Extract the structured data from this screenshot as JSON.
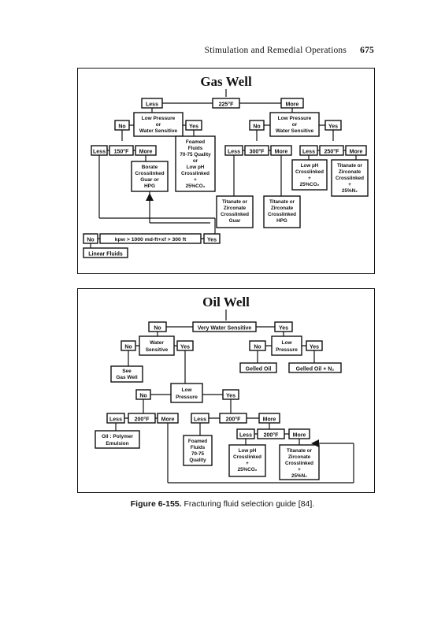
{
  "header": {
    "running_title": "Stimulation and Remedial Operations",
    "page_number": "675"
  },
  "gas_well": {
    "title": "Gas Well",
    "less": "Less",
    "temp_split": "225°F",
    "more": "More",
    "no": "No",
    "yes": "Yes",
    "lp_line1": "Low Pressure",
    "lp_line2": "or",
    "lp_line3": "Water Sensitive",
    "temp_150": "150°F",
    "temp_300": "300°F",
    "temp_250": "250°F",
    "foamed": [
      "Foamed",
      "Fluids",
      "70-75 Quality",
      "or",
      "Low pH",
      "Crosslinked",
      "+",
      "25%CO₂"
    ],
    "borate": [
      "Borate",
      "Crosslinked",
      "Guar or",
      "HPG"
    ],
    "lowph": [
      "Low pH",
      "Crosslinked",
      "+",
      "25%CO₂"
    ],
    "titan_n2": [
      "Titanate or",
      "Zirconate",
      "Crosslinked",
      "+",
      "25%N₂"
    ],
    "titan_guar": [
      "Titanate or",
      "Zirconate",
      "Crosslinked",
      "Guar"
    ],
    "titan_hpg": [
      "Titanate or",
      "Zirconate",
      "Crosslinked",
      "HPG"
    ],
    "kh_condition": "kpw > 1000 md-ft+xf > 300 ft",
    "linear": "Linear Fluids"
  },
  "oil_well": {
    "title": "Oil Well",
    "no": "No",
    "yes": "Yes",
    "very_ws": "Very Water Sensitive",
    "ws_line1": "Water",
    "ws_line2": "Sensitive",
    "lp_line1": "Low",
    "lp_line2": "Pressure",
    "see_gas": [
      "See",
      "Gas Well"
    ],
    "gelled_oil": "Gelled Oil",
    "gelled_n2": "Gelled Oil + N₂",
    "less": "Less",
    "more": "More",
    "temp_200": "200°F",
    "oil_polymer": [
      "Oil : Polymer",
      "Emulsion"
    ],
    "foamed": [
      "Foamed",
      "Fluids",
      "70-75",
      "Quality"
    ],
    "lowph": [
      "Low pH",
      "Crosslinked",
      "+",
      "25%CO₂"
    ],
    "titan_n2": [
      "Titanate or",
      "Zirconate",
      "Crosslinked",
      "+",
      "25%N₂"
    ]
  },
  "caption": {
    "label": "Figure 6-155.",
    "text": "Fracturing fluid selection guide [84]."
  }
}
